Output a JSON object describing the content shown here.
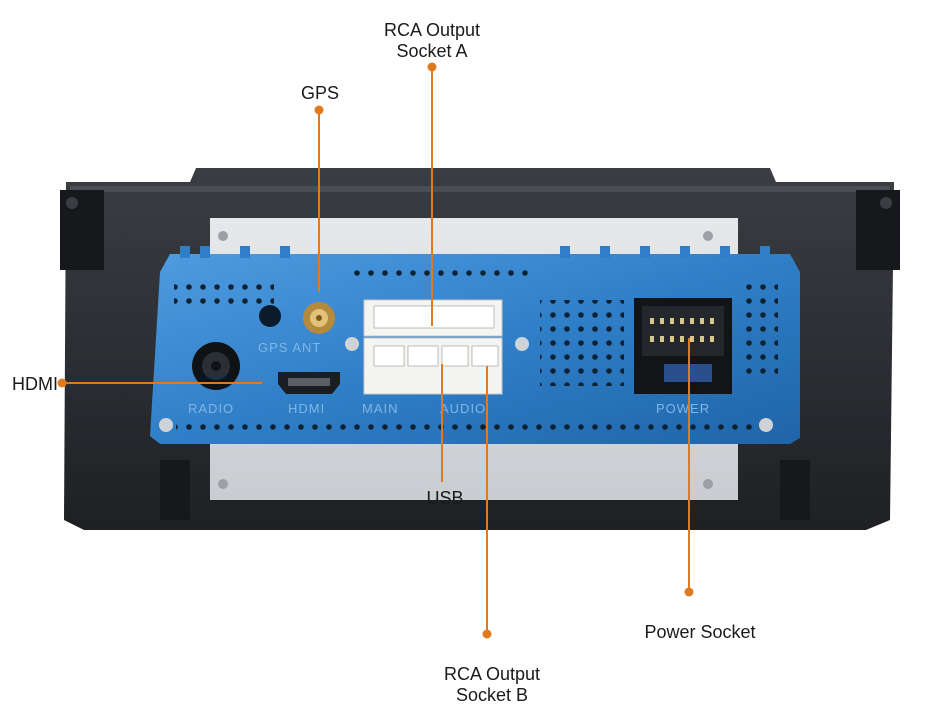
{
  "callouts": {
    "rca_a": [
      "RCA Output",
      "Socket A"
    ],
    "gps": "GPS",
    "hdmi": "HDMI",
    "usb": "USB",
    "power": "Power Socket",
    "rca_b": [
      "RCA Output",
      "Socket B"
    ]
  },
  "panel_labels": {
    "radio": "RADIO",
    "hdmi": "HDMI",
    "gps": "GPS ANT",
    "main": "MAIN",
    "aux": "AUDIO",
    "power": "POWER"
  },
  "colors": {
    "leader": "#e07a1f",
    "heatsink": "#2f7fc8",
    "bezel": "#2a2d31"
  }
}
